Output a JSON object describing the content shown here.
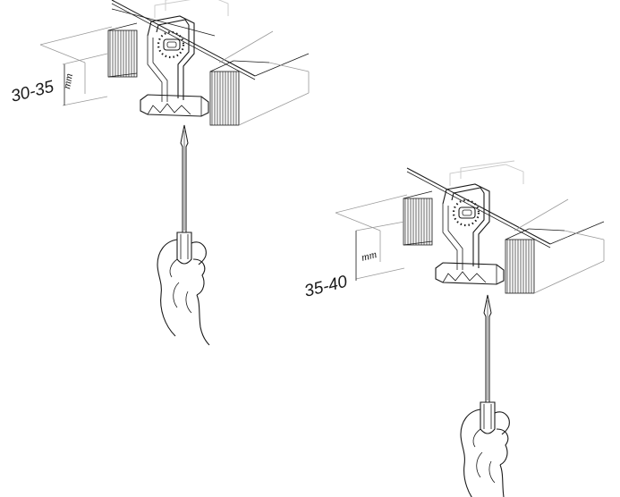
{
  "figures": [
    {
      "id": "upper",
      "dimension": {
        "value": "30-35",
        "unit": "mm"
      }
    },
    {
      "id": "lower",
      "dimension": {
        "value": "35-40",
        "unit": "mm"
      }
    }
  ],
  "colors": {
    "line": "#1a1a1a",
    "ghost": "#c8c8c8",
    "hatch": "#555555",
    "background": "#ffffff"
  },
  "icons": {
    "tool": "screwdriver-icon",
    "hand": "hand-icon",
    "marker": "dotted-circle-marker-icon"
  }
}
